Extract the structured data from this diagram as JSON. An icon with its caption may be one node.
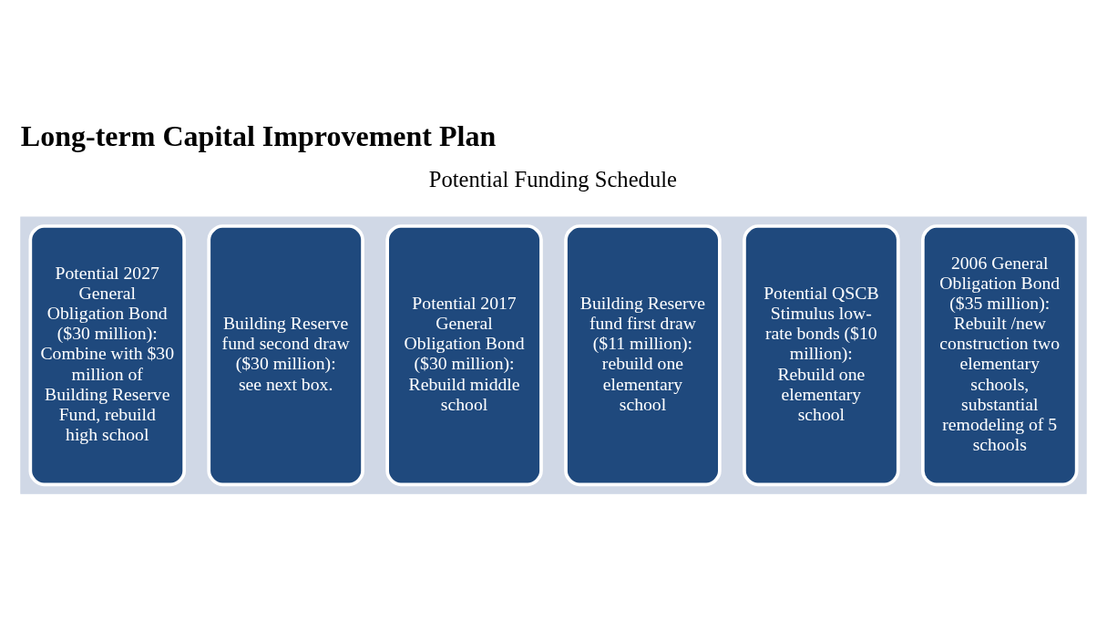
{
  "diagram": {
    "title": "Long-term Capital Improvement Plan",
    "nodes": [
      {
        "text": [],
        "shape": "arrow"
      },
      {
        "text": [
          "2006 General Obligation Bond ($35 million): Rebuilt /new construction two elementary schools, substantial remodeling of 5 schools"
        ],
        "in": 0
      },
      {
        "text": [
          "Potential QSCB Stimulus low-rate bonds ($10 million): Rebuild one elementary school"
        ],
        "in": 0
      },
      {
        "text": [
          "Building Reserve fund first draw ($11 million): rebuild one elementary school"
        ],
        "in": 0
      },
      {
        "text": [
          "Potential 2017 General Obligation Bond ($30 million): Rebuild middle school"
        ],
        "in": 0
      },
      {
        "text": [
          "Building Reserve fund second draw ($30 million): see next box."
        ],
        "in": 0
      },
      {
        "text": [
          "Potential 2027 General Obligation Bond ($30 million): Combine with $30 million of Building Reserve Fund, rebuild high school"
        ],
        "in": 0
      }
    ],
    "edges": [],
    "labels": [
      "Potential Funding Schedule"
    ]
  }
}
